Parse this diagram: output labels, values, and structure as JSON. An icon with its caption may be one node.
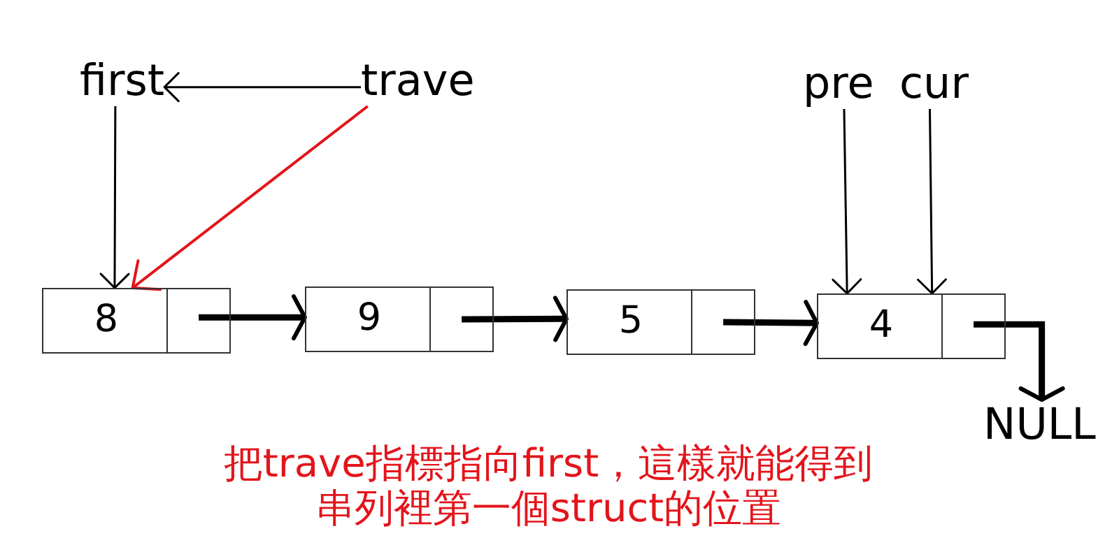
{
  "diagram": {
    "caption": "把trave指標指向first，這樣就能得到串列裡第一個struct的位置",
    "nodes": [
      {
        "text": [
          "first"
        ]
      },
      {
        "text": [
          "trave"
        ]
      },
      {
        "text": [
          "pre"
        ]
      },
      {
        "text": [
          "cur"
        ]
      },
      {
        "text": [
          "8"
        ]
      },
      {
        "text": [
          "9"
        ]
      },
      {
        "text": [
          "5"
        ]
      },
      {
        "text": [
          "4"
        ]
      },
      {
        "text": [
          "NULL"
        ]
      }
    ],
    "edges": [
      {
        "from": 1,
        "to": 0,
        "arrow": "to"
      },
      {
        "from": 0,
        "to": 4,
        "arrow": "to"
      },
      {
        "from": 1,
        "to": 4,
        "arrow": "to",
        "color": "#e3141b"
      },
      {
        "from": 2,
        "to": 7,
        "arrow": "to"
      },
      {
        "from": 3,
        "to": 7,
        "arrow": "to"
      },
      {
        "from": 4,
        "to": 5,
        "arrow": "to",
        "style": "thick"
      },
      {
        "from": 5,
        "to": 6,
        "arrow": "to",
        "style": "thick"
      },
      {
        "from": 6,
        "to": 7,
        "arrow": "to",
        "style": "thick"
      },
      {
        "from": 7,
        "to": 8,
        "arrow": "to",
        "style": "thick"
      }
    ]
  }
}
